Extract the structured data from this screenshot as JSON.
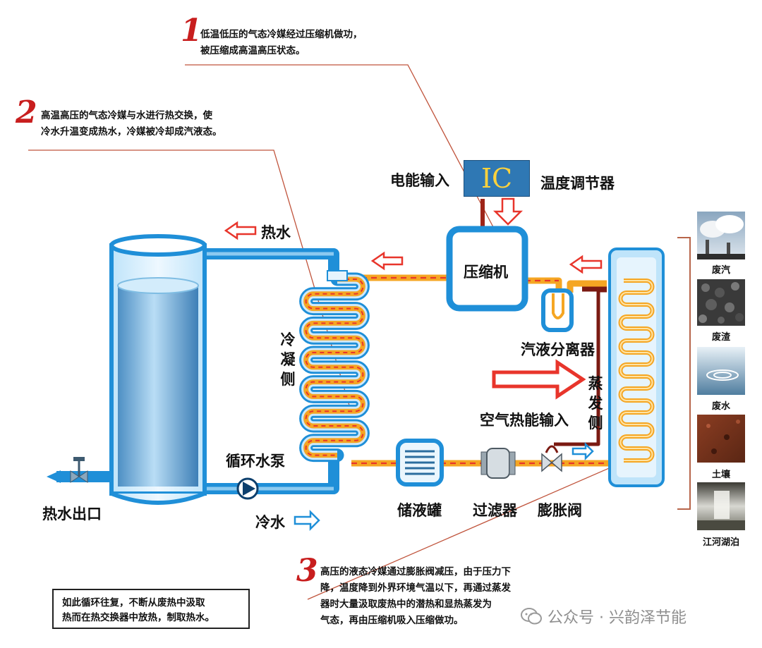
{
  "steps": [
    {
      "number": "1",
      "lines": [
        "低温低压的气态冷媒经过压缩机做功，",
        "被压缩成高温高压状态。"
      ]
    },
    {
      "number": "2",
      "lines": [
        "高温高压的气态冷媒与水进行热交换，使",
        "冷水升温变成热水，冷媒被冷却成汽液态。"
      ]
    },
    {
      "number": "3",
      "lines": [
        "高压的液态冷媒通过膨胀阀减压，由于压力下",
        "降，温度降到外界环境气温以下，再通过蒸发",
        "器时大量汲取废热中的潜热和显热蒸发为",
        "气态，再由压缩机吸入压缩做功。"
      ]
    }
  ],
  "labels": {
    "power_input": "电能输入",
    "ic": "IC",
    "temp_controller": "温度调节器",
    "compressor": "压缩机",
    "hot_water": "热水",
    "cold_water": "冷水",
    "separator": "汽液分离器",
    "air_heat": "空气热能输入",
    "circ_pump": "循环水泵",
    "hot_outlet": "热水出口",
    "tank": "储液罐",
    "filter": "过滤器",
    "exp_valve": "膨胀阀",
    "condenser_side": "冷凝侧",
    "evaporator_side": "蒸发侧"
  },
  "heat_sources": [
    "废汽",
    "废渣",
    "废水",
    "土壤",
    "江河湖泊"
  ],
  "summary": [
    "如此循环往复，不断从废热中汲取",
    "热而在热交换器中放热，制取热水。"
  ],
  "watermark": "公众号 · 兴韵泽节能",
  "colors": {
    "pipe_blue": "#1f8fd8",
    "refrigerant_orange": "#f5a623",
    "refrigerant_red": "#e8352b",
    "note_red": "#c81e1e",
    "ic_blue": "#2f78b4"
  }
}
